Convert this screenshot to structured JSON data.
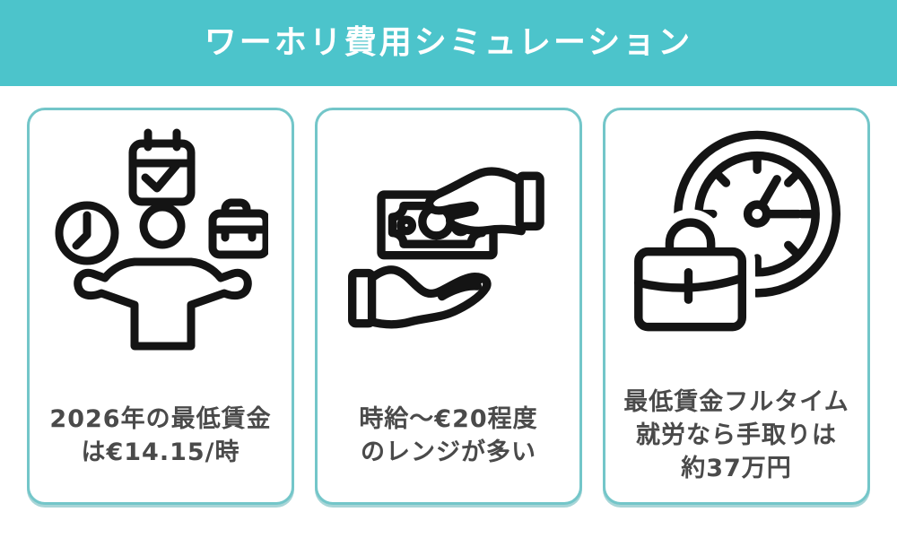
{
  "header": {
    "title": "ワーホリ費用シミュレーション"
  },
  "cards": [
    {
      "id": "minimum-wage",
      "icon": "person-schedule-icon",
      "icon_description": "person shrugging surrounded by calendar, clock and briefcase",
      "lines": [
        "2026年の最低賃金",
        "は€14.15/時"
      ]
    },
    {
      "id": "hourly-wage-range",
      "icon": "cash-handover-icon",
      "icon_description": "hand giving banknote to open palm",
      "lines": [
        "時給〜€20程度",
        "のレンジが多い"
      ]
    },
    {
      "id": "fulltime-net-income",
      "icon": "work-hours-icon",
      "icon_description": "clock with briefcase",
      "lines": [
        "最低賃金フルタイム",
        "就労なら手取りは",
        "約37万円"
      ]
    }
  ],
  "colors": {
    "accent_teal": "#4cc4cb",
    "card_border": "#73c6c9",
    "caption_text": "#4a4a4a",
    "header_text": "#ffffff",
    "icon_stroke": "#141414"
  }
}
